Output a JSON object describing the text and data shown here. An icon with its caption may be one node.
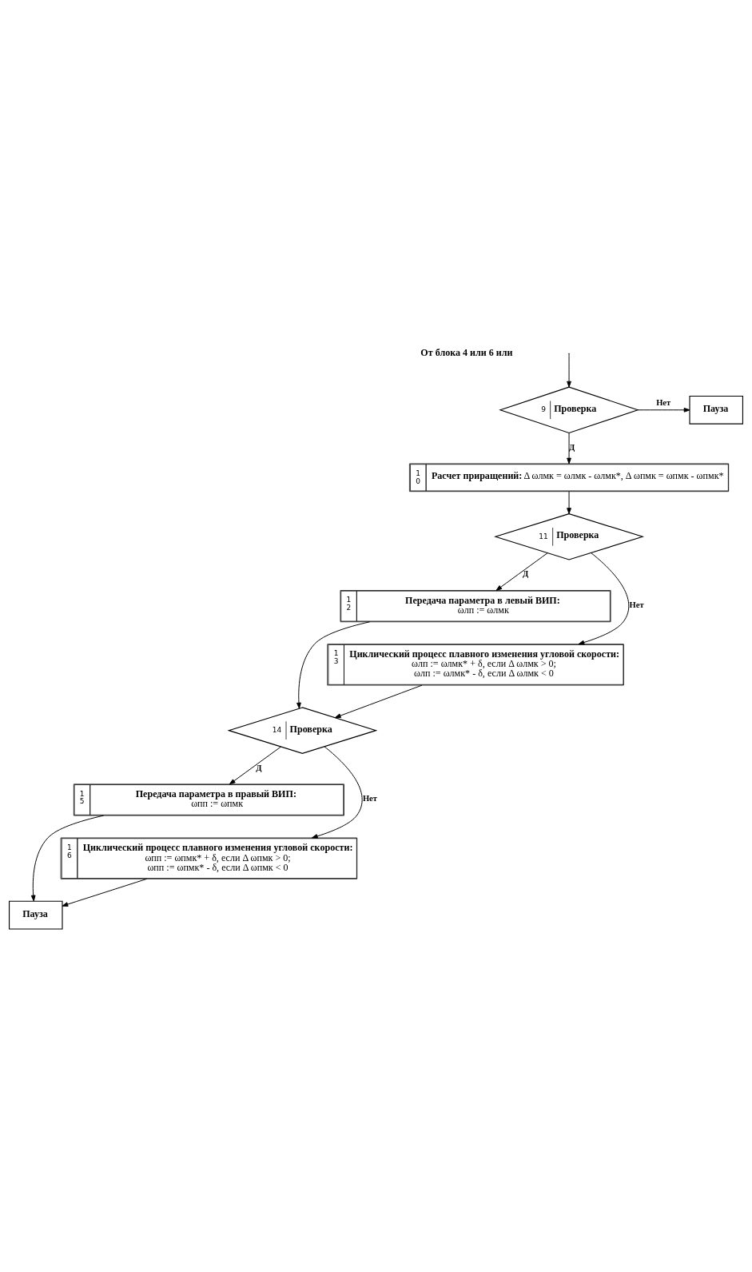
{
  "diagram": {
    "nodes": [
      {
        "text": [
          "9",
          "Проверка"
        ]
      },
      {
        "text": [
          "Пауза"
        ]
      },
      {
        "text": [
          "1 0",
          "**Расчет приращений:** Δ ωлмк = ωлмк - ωлмк*, Δ ωпмк = ωпмк - ωпмк*"
        ]
      },
      {
        "text": [
          "11",
          "Проверка"
        ]
      },
      {
        "text": [
          "1 2",
          "Передача параметра в левый ВИП:",
          "ωлп := ωлмк"
        ]
      },
      {
        "text": [
          "1 3",
          "Циклический процесс плавного изменения угловой скорости:",
          "ωлп := ωлмк* + δ, если Δ ωлмк > 0;",
          "ωлп := ωлмк* - δ, если Δ ωлмк < 0"
        ]
      },
      {
        "text": [
          "14",
          "Проверка"
        ]
      },
      {
        "text": [
          "1 5",
          "Передача параметра в правый ВИП:",
          "ωпп := ωпмк"
        ]
      },
      {
        "text": [
          "1 6",
          "Циклический процесс плавного изменения угловой скорости:",
          "ωпп := ωпмк* + δ, если Δ ωпмк > 0;",
          "ωпп := ωпмк* - δ, если Δ ωпмк < 0"
        ]
      },
      {
        "text": [
          "Пауза"
        ]
      }
    ],
    "edges": [
      {
        "from": null,
        "to": 0,
        "arrow": "to"
      },
      {
        "from": 0,
        "to": 1,
        "arrow": "to",
        "label": "Нет"
      },
      {
        "from": 0,
        "to": 2,
        "arrow": "to",
        "label": "Д"
      },
      {
        "from": 2,
        "to": 3,
        "arrow": "to"
      },
      {
        "from": 3,
        "to": 4,
        "arrow": "to",
        "label": "Д"
      },
      {
        "from": 3,
        "to": 5,
        "arrow": "to",
        "label": "Нет"
      },
      {
        "from": 4,
        "to": 6,
        "arrow": "to"
      },
      {
        "from": 5,
        "to": 6,
        "arrow": "to"
      },
      {
        "from": 6,
        "to": 7,
        "arrow": "to",
        "label": "Д"
      },
      {
        "from": 6,
        "to": 8,
        "arrow": "to",
        "label": "Нет"
      },
      {
        "from": 7,
        "to": 9,
        "arrow": "to"
      },
      {
        "from": 8,
        "to": 9,
        "arrow": "to"
      }
    ],
    "labels": [
      "От блока 4 или 6 или"
    ]
  }
}
